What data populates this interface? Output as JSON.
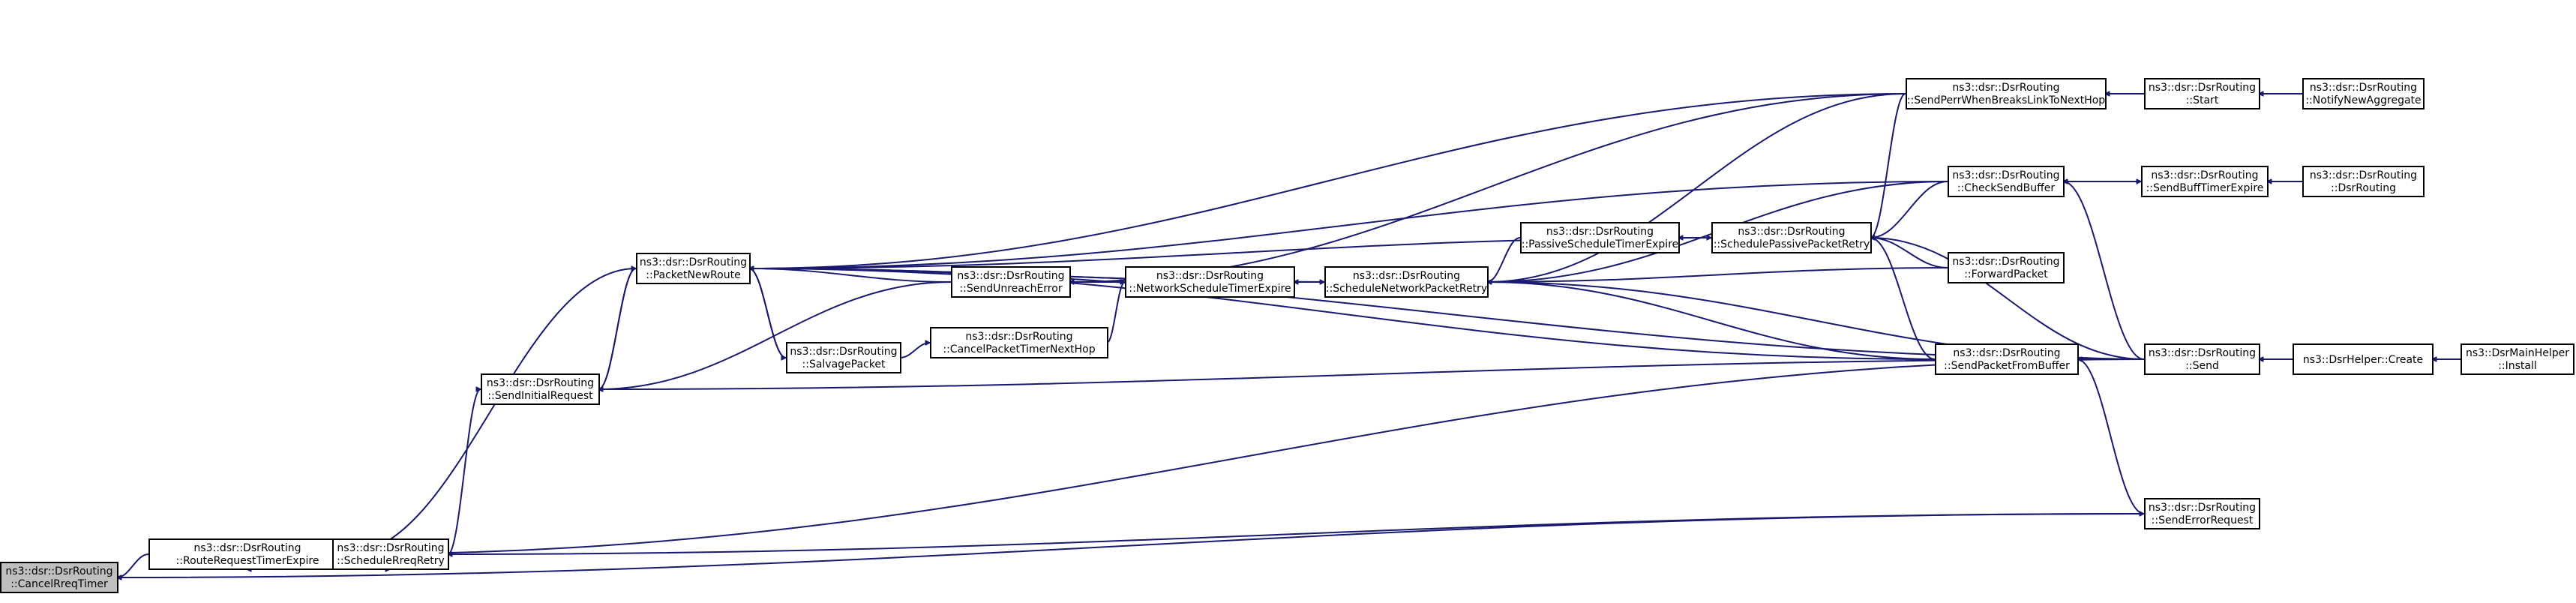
{
  "diagram": {
    "type": "call-graph",
    "nodes": [
      {
        "id": "cancel",
        "line1": "ns3::dsr::DsrRouting",
        "line2": "::CancelRreqTimer",
        "root": true
      },
      {
        "id": "rrte",
        "line1": "ns3::dsr::DsrRouting",
        "line2": "::RouteRequestTimerExpire"
      },
      {
        "id": "sched",
        "line1": "ns3::dsr::DsrRouting",
        "line2": "::ScheduleRreqRetry"
      },
      {
        "id": "sir",
        "line1": "ns3::dsr::DsrRouting",
        "line2": "::SendInitialRequest"
      },
      {
        "id": "pnr",
        "line1": "ns3::dsr::DsrRouting",
        "line2": "::PacketNewRoute"
      },
      {
        "id": "salv",
        "line1": "ns3::dsr::DsrRouting",
        "line2": "::SalvagePacket"
      },
      {
        "id": "sue",
        "line1": "ns3::dsr::DsrRouting",
        "line2": "::SendUnreachError"
      },
      {
        "id": "cptnh",
        "line1": "ns3::dsr::DsrRouting",
        "line2": "::CancelPacketTimerNextHop"
      },
      {
        "id": "nste",
        "line1": "ns3::dsr::DsrRouting",
        "line2": "::NetworkScheduleTimerExpire"
      },
      {
        "id": "snpr",
        "line1": "ns3::dsr::DsrRouting",
        "line2": "::ScheduleNetworkPacketRetry"
      },
      {
        "id": "pste",
        "line1": "ns3::dsr::DsrRouting",
        "line2": "::PassiveScheduleTimerExpire"
      },
      {
        "id": "sppr",
        "line1": "ns3::dsr::DsrRouting",
        "line2": "::SchedulePassivePacketRetry"
      },
      {
        "id": "sperr",
        "line1": "ns3::dsr::DsrRouting",
        "line2": "::SendPerrWhenBreaksLinkToNextHop"
      },
      {
        "id": "csb",
        "line1": "ns3::dsr::DsrRouting",
        "line2": "::CheckSendBuffer"
      },
      {
        "id": "fwd",
        "line1": "ns3::dsr::DsrRouting",
        "line2": "::ForwardPacket"
      },
      {
        "id": "spfb",
        "line1": "ns3::dsr::DsrRouting",
        "line2": "::SendPacketFromBuffer"
      },
      {
        "id": "ser",
        "line1": "ns3::dsr::DsrRouting",
        "line2": "::SendErrorRequest"
      },
      {
        "id": "start",
        "line1": "ns3::dsr::DsrRouting",
        "line2": "::Start"
      },
      {
        "id": "sbte",
        "line1": "ns3::dsr::DsrRouting",
        "line2": "::SendBuffTimerExpire"
      },
      {
        "id": "send",
        "line1": "ns3::dsr::DsrRouting",
        "line2": "::Send"
      },
      {
        "id": "nna",
        "line1": "ns3::dsr::DsrRouting",
        "line2": "::NotifyNewAggregate"
      },
      {
        "id": "ctor",
        "line1": "ns3::dsr::DsrRouting",
        "line2": "::DsrRouting"
      },
      {
        "id": "create",
        "line1": "ns3::DsrHelper::Create",
        "line2": ""
      },
      {
        "id": "install",
        "line1": "ns3::DsrMainHelper",
        "line2": "::Install"
      }
    ],
    "edges": [
      [
        "rrte",
        "cancel"
      ],
      [
        "ser",
        "cancel"
      ],
      [
        "pnr",
        "rrte"
      ],
      [
        "sched",
        "rrte"
      ],
      [
        "send",
        "rrte"
      ],
      [
        "rrte",
        "sched"
      ],
      [
        "ser",
        "sched"
      ],
      [
        "pnr",
        "sir"
      ],
      [
        "sched",
        "sir"
      ],
      [
        "sue",
        "sir"
      ],
      [
        "send",
        "sir"
      ],
      [
        "sir",
        "pnr"
      ],
      [
        "salv",
        "pnr"
      ],
      [
        "sue",
        "pnr"
      ],
      [
        "snpr",
        "pnr"
      ],
      [
        "sperr",
        "pnr"
      ],
      [
        "csb",
        "pnr"
      ],
      [
        "sppr",
        "pnr"
      ],
      [
        "spfb",
        "pnr"
      ],
      [
        "send",
        "pnr"
      ],
      [
        "pnr",
        "salv"
      ],
      [
        "nste",
        "sue"
      ],
      [
        "sperr",
        "sue"
      ],
      [
        "salv",
        "cptnh"
      ],
      [
        "cptnh",
        "nste"
      ],
      [
        "snpr",
        "nste"
      ],
      [
        "nste",
        "snpr"
      ],
      [
        "pnr",
        "snpr"
      ],
      [
        "pste",
        "snpr"
      ],
      [
        "sperr",
        "snpr"
      ],
      [
        "csb",
        "snpr"
      ],
      [
        "fwd",
        "snpr"
      ],
      [
        "spfb",
        "snpr"
      ],
      [
        "send",
        "snpr"
      ],
      [
        "sppr",
        "pste"
      ],
      [
        "pste",
        "sppr"
      ],
      [
        "sperr",
        "sppr"
      ],
      [
        "csb",
        "sppr"
      ],
      [
        "fwd",
        "sppr"
      ],
      [
        "spfb",
        "sppr"
      ],
      [
        "send",
        "sppr"
      ],
      [
        "start",
        "sperr"
      ],
      [
        "sbte",
        "csb"
      ],
      [
        "send",
        "csb"
      ],
      [
        "send",
        "spfb"
      ],
      [
        "spfb",
        "ser"
      ],
      [
        "nna",
        "start"
      ],
      [
        "csb",
        "sbte"
      ],
      [
        "ctor",
        "sbte"
      ],
      [
        "create",
        "send"
      ],
      [
        "install",
        "create"
      ]
    ]
  }
}
